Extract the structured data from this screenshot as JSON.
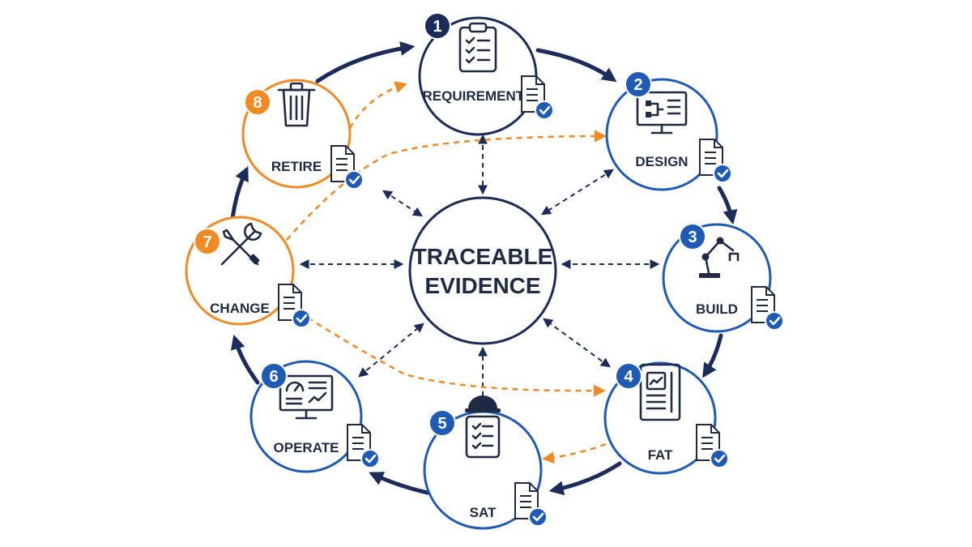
{
  "center": {
    "line1": "TRACEABLE",
    "line2": "EVIDENCE"
  },
  "colors": {
    "navy": "#1b2b5a",
    "blue": "#1f5bb5",
    "orange": "#f08a24",
    "ink": "#1f2a44",
    "check": "#1f5bb5"
  },
  "stages": [
    {
      "number": "1",
      "label": "REQUIREMENTS",
      "icon": "clipboard-checklist-icon",
      "style": "navy"
    },
    {
      "number": "2",
      "label": "DESIGN",
      "icon": "monitor-schematic-icon",
      "style": "blue"
    },
    {
      "number": "3",
      "label": "BUILD",
      "icon": "robot-arm-icon",
      "style": "blue"
    },
    {
      "number": "4",
      "label": "FAT",
      "icon": "control-panel-icon",
      "style": "blue"
    },
    {
      "number": "5",
      "label": "SAT",
      "icon": "hardhat-clipboard-icon",
      "style": "blue"
    },
    {
      "number": "6",
      "label": "OPERATE",
      "icon": "monitor-dashboard-icon",
      "style": "blue"
    },
    {
      "number": "7",
      "label": "CHANGE",
      "icon": "wrench-screwdriver-icon",
      "style": "orange"
    },
    {
      "number": "8",
      "label": "RETIRE",
      "icon": "trash-can-icon",
      "style": "orange"
    }
  ]
}
